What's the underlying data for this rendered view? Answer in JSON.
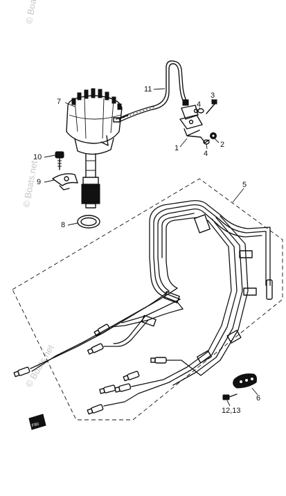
{
  "watermarks": [
    "© Boats.net",
    "© Boats.net",
    "© Boats.net"
  ],
  "callouts": {
    "c1": "1",
    "c2": "2",
    "c3": "3",
    "c4a": "4",
    "c4b": "4",
    "c5": "5",
    "c6": "6",
    "c7": "7",
    "c8": "8",
    "c9": "9",
    "c10": "10",
    "c11": "11",
    "c12": "12,13"
  },
  "corner_tag": "F80",
  "colors": {
    "ink": "#111111",
    "background": "#ffffff",
    "watermark": "#999999"
  }
}
